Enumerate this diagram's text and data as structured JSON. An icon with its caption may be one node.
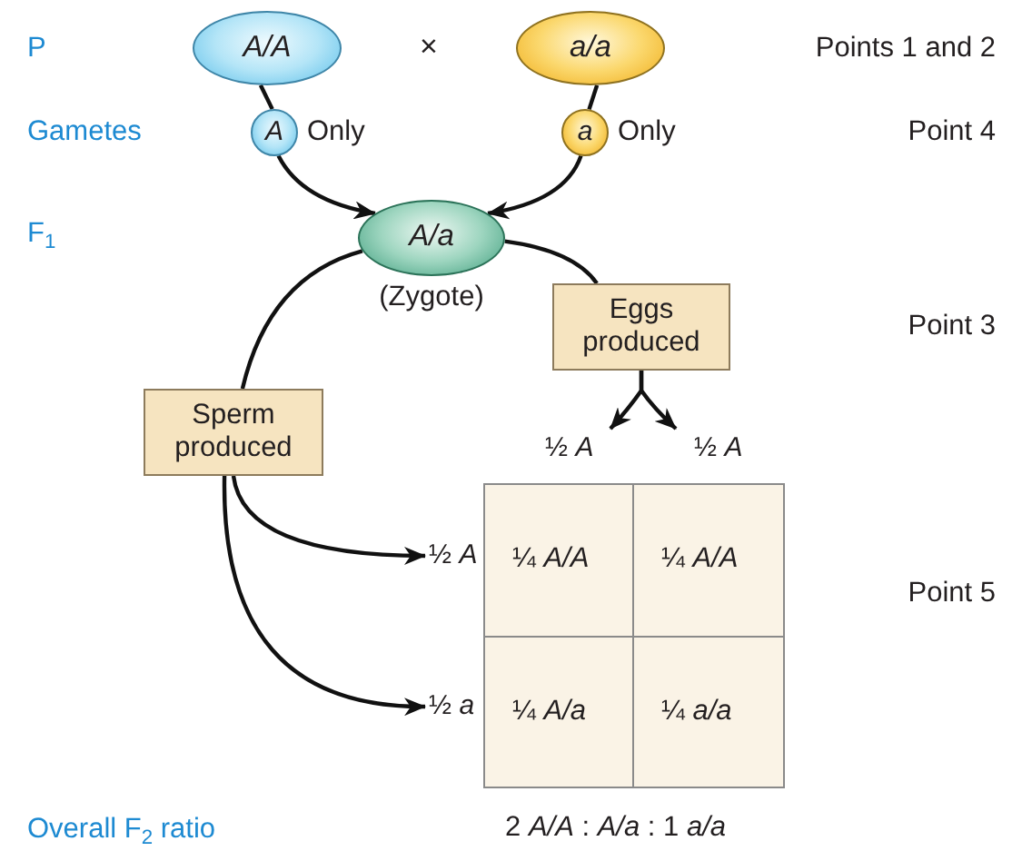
{
  "diagram": {
    "nodes": [
      {
        "text": [
          "A/A"
        ]
      },
      {
        "text": [
          "a/a"
        ]
      },
      {
        "text": [
          "A"
        ],
        "beside": [
          "Only"
        ]
      },
      {
        "text": [
          "a"
        ],
        "beside": [
          "Only"
        ]
      },
      {
        "text": [
          "A/a"
        ],
        "beside": [
          "(Zygote)"
        ]
      },
      {
        "text": [
          "Eggs produced"
        ]
      },
      {
        "text": [
          "Sperm produced"
        ]
      },
      {
        "text": [
          "½ *A*"
        ]
      },
      {
        "text": [
          "½ *A*"
        ]
      },
      {
        "text": [
          "½ *A*"
        ]
      },
      {
        "text": [
          "¼ *A/A*"
        ]
      },
      {
        "text": [
          "¼ *A/A*"
        ]
      },
      {
        "text": [
          "½ *a*"
        ]
      },
      {
        "text": [
          "¼ *A/a*"
        ]
      },
      {
        "text": [
          "¼ *a/a*"
        ]
      }
    ],
    "edges": [
      {
        "from": 0,
        "to": 2,
        "arrow": "none"
      },
      {
        "from": 1,
        "to": 3,
        "arrow": "none"
      },
      {
        "from": 2,
        "to": 4,
        "arrow": "to"
      },
      {
        "from": 3,
        "to": 4,
        "arrow": "to"
      },
      {
        "from": 4,
        "to": 6,
        "arrow": "none"
      },
      {
        "from": 4,
        "to": 5,
        "arrow": "none"
      },
      {
        "from": 5,
        "to": 7,
        "arrow": "to"
      },
      {
        "from": 5,
        "to": 8,
        "arrow": "to"
      },
      {
        "from": 6,
        "to": 9,
        "arrow": "to"
      },
      {
        "from": 6,
        "to": 12,
        "arrow": "to"
      }
    ],
    "labels": [
      "P",
      "×",
      "Points 1 and 2",
      "Gametes",
      "Point 4",
      "F$_{1}$",
      "Point 3",
      "Point 5",
      "Overall F$_{2}$ ratio",
      "2 *A/A* : *A/a* : 1 *a/a*"
    ]
  }
}
